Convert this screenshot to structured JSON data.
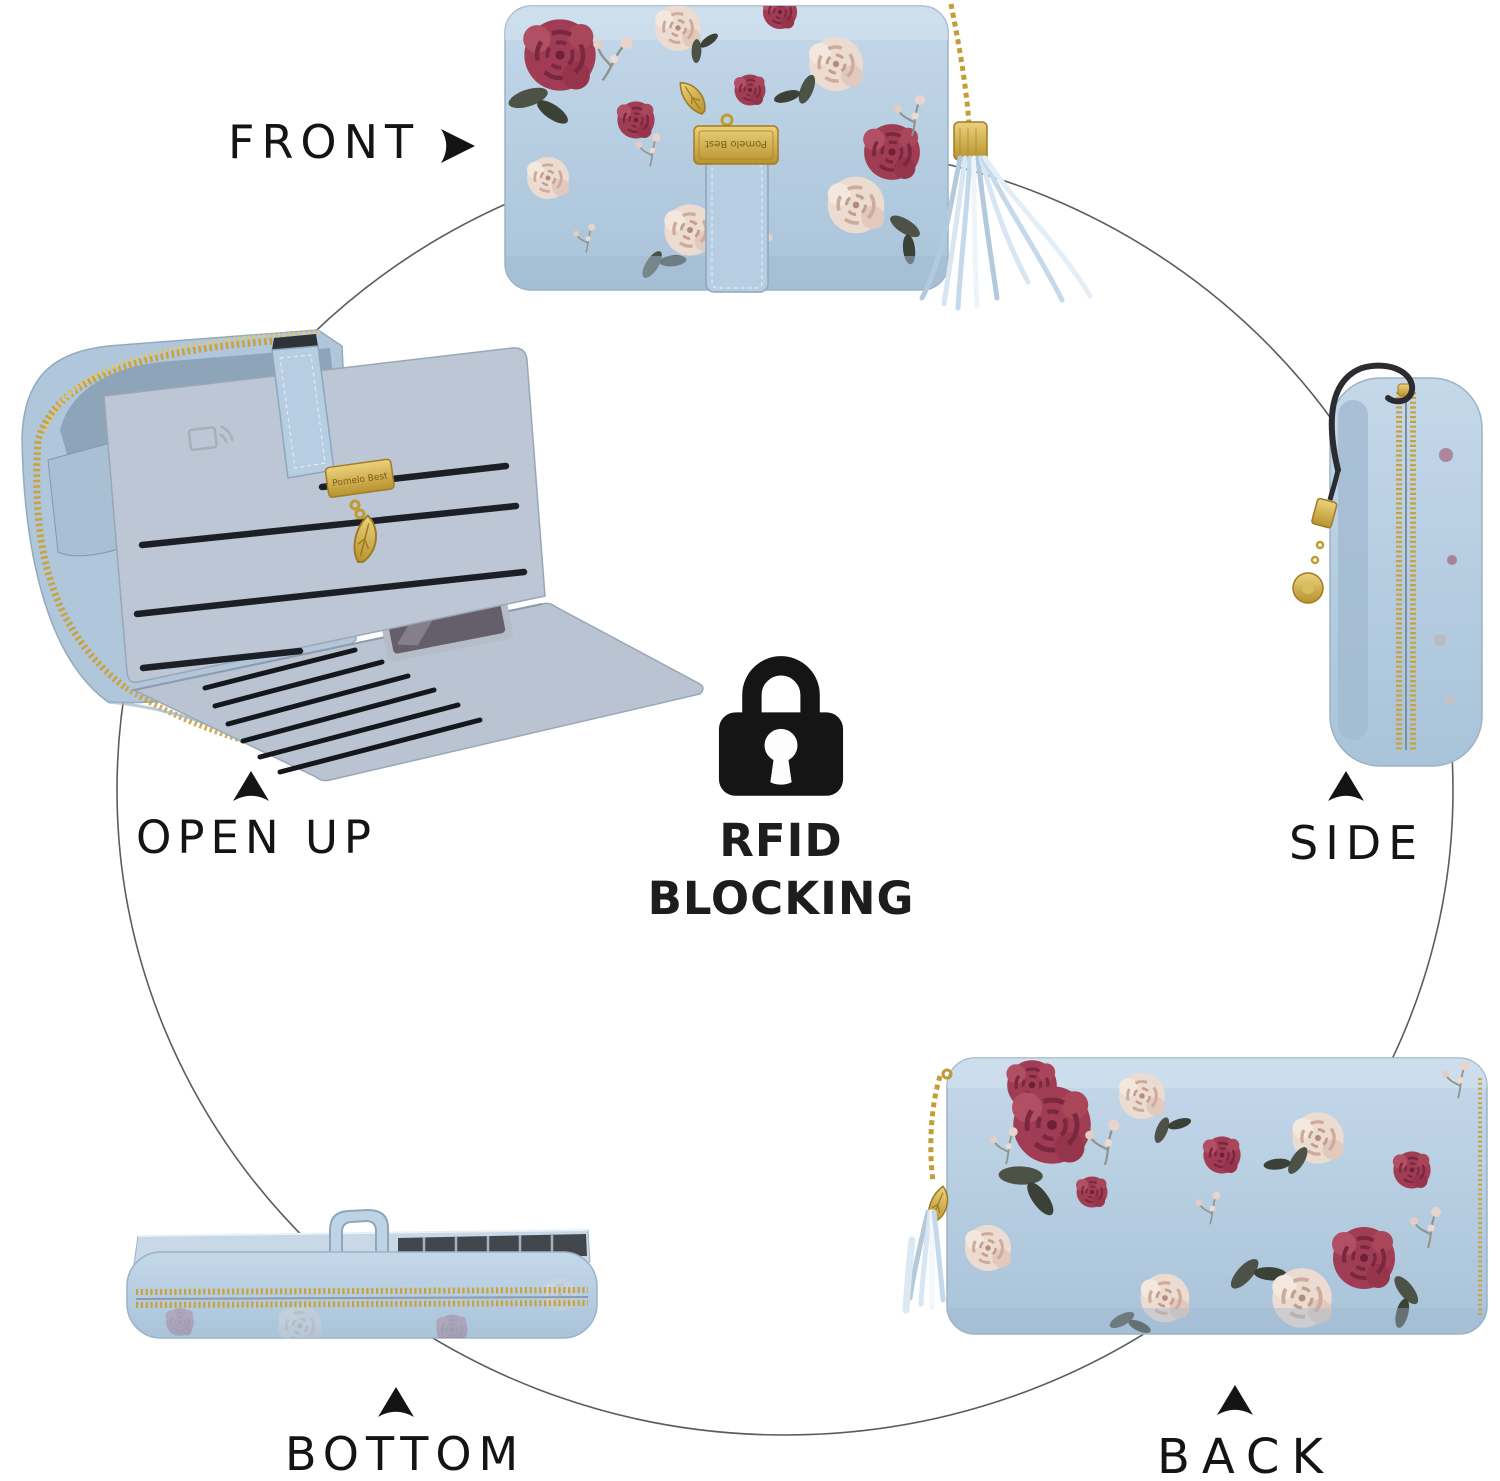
{
  "page": {
    "type": "product-views-diagram",
    "background": "#ffffff"
  },
  "center_badge": {
    "icon": "lock-icon",
    "line1": "RFID",
    "line2": "BLOCKING",
    "text_color": "#1d1d1f",
    "icon_color": "#151515"
  },
  "views": {
    "front": {
      "label": "FRONT",
      "arrow_icon": "right-arrow-icon"
    },
    "open_up": {
      "label": "OPEN UP",
      "arrow_icon": "up-arrow-icon"
    },
    "side": {
      "label": "SIDE",
      "arrow_icon": "up-arrow-icon"
    },
    "bottom": {
      "label": "BOTTOM",
      "arrow_icon": "up-arrow-icon"
    },
    "back": {
      "label": "BACK",
      "arrow_icon": "up-arrow-icon"
    }
  },
  "product": {
    "brand_plate_text": "Pomelo Best",
    "features": [
      "zipper-around",
      "tassel-charm",
      "leaf-charm",
      "card-slots",
      "id-window",
      "rfid-emboss"
    ],
    "colors": {
      "wallet_blue": "#b9cfe3",
      "wallet_blue_deep": "#a5bfd7",
      "interior_blue": "#bcc6d4",
      "gold": "#c9a23c",
      "rose_red": "#a03c54",
      "rose_cream": "#ecdbd1",
      "leaf_dark": "#4d5247",
      "label_text": "#141414",
      "circle_line": "#3f3f3f"
    }
  }
}
